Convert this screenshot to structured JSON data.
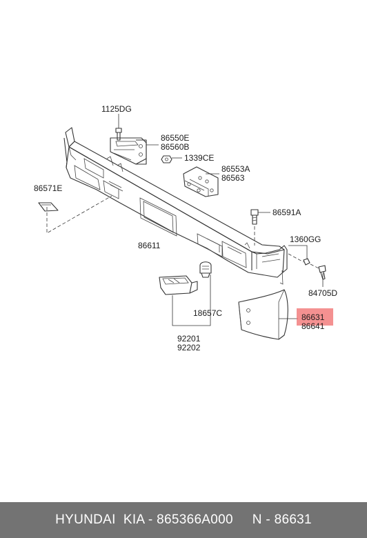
{
  "parts": {
    "bolt_1125dg": "1125DG",
    "bracket_upper": "86550E",
    "bracket_lower": "86560B",
    "nut_1339ce": "1339CE",
    "stay_upper": "86553A",
    "stay_lower": "86563",
    "cover_86571e": "86571E",
    "bolt_86591a": "86591A",
    "bumper_beam": "86611",
    "clip_1360gg": "1360GG",
    "screw_84705d": "84705D",
    "bulb_18657c": "18657C",
    "lamp_upper": "92201",
    "lamp_lower": "92202",
    "end_cap_upper": "86631",
    "end_cap_lower": "86641"
  },
  "highlight_color": "#f06c6c",
  "footer": {
    "text": "HYUNDAI  KIA - 865366A000     N - 86631"
  }
}
